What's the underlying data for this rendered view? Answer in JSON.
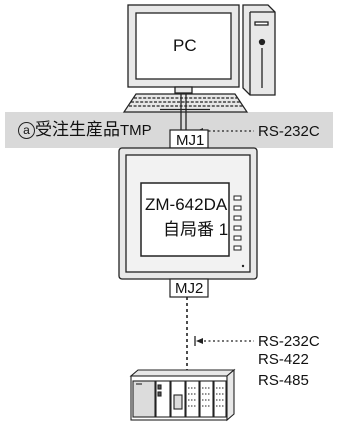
{
  "pc": {
    "label": "PC"
  },
  "band": {
    "marker": "a",
    "text_main": "受注生産品",
    "text_sub": "TMP",
    "signal": "RS-232C"
  },
  "ports": {
    "mj1": "MJ1",
    "mj2": "MJ2"
  },
  "hmi": {
    "model": "ZM-642DA",
    "station": "自局番 1"
  },
  "plc_signals": [
    "RS-232C",
    "RS-422",
    "RS-485"
  ],
  "colors": {
    "band": "#d9d9d9",
    "line": "#222222",
    "screen": "#ffffff"
  }
}
